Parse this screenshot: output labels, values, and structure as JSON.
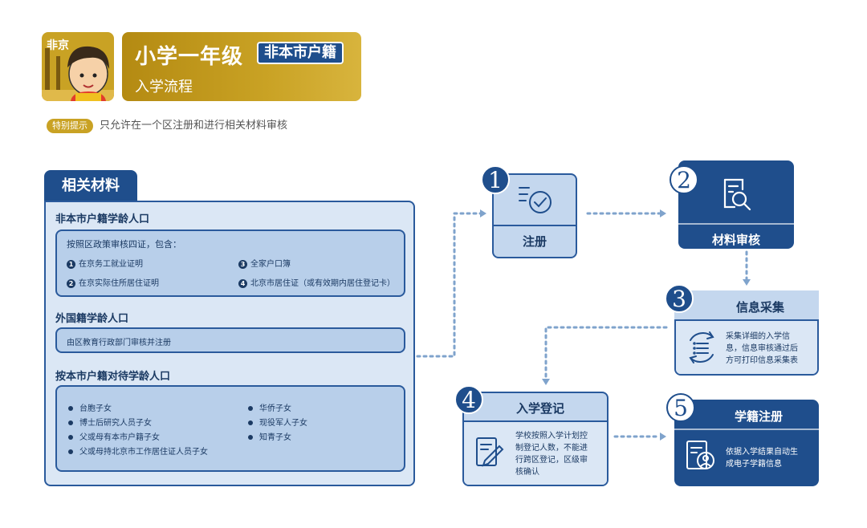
{
  "header": {
    "avatar_tag": "非京",
    "title": "小学一年级",
    "badge": "非本市户籍",
    "subtitle": "入学流程",
    "tip_label": "特别提示",
    "tip_text": "只允许在一个区注册和进行相关材料审核"
  },
  "materials": {
    "tab": "相关材料",
    "section1_title": "非本市户籍学龄人口",
    "section1_intro": "按照区政策审核四证，包含：",
    "section1_items": [
      {
        "num": "1",
        "text": "在京务工就业证明"
      },
      {
        "num": "3",
        "text": "全家户口簿"
      },
      {
        "num": "2",
        "text": "在京实际住所居住证明"
      },
      {
        "num": "4",
        "text": "北京市居住证（或有效期内居住登记卡）"
      }
    ],
    "section2_title": "外国籍学龄人口",
    "section2_text": "由区教育行政部门审核并注册",
    "section3_title": "按本市户籍对待学龄人口",
    "section3_left": [
      "台胞子女",
      "博士后研究人员子女",
      "父或母有本市户籍子女",
      "父或母持北京市工作居住证人员子女"
    ],
    "section3_right": [
      "华侨子女",
      "现役军人子女",
      "知青子女"
    ]
  },
  "steps": [
    {
      "num": "1",
      "label": "注册",
      "icon": "check-form-icon"
    },
    {
      "num": "2",
      "label": "材料审核",
      "icon": "document-search-icon"
    },
    {
      "num": "3",
      "label": "信息采集",
      "desc": [
        "采集详细的入学信",
        "息，信息审核通过后",
        "方可打印信息采集表"
      ],
      "icon": "refresh-list-icon"
    },
    {
      "num": "4",
      "label": "入学登记",
      "desc": [
        "学校按照入学计划控",
        "制登记人数，不能进",
        "行跨区登记，区级审",
        "核确认"
      ],
      "icon": "edit-document-icon"
    },
    {
      "num": "5",
      "label": "学籍注册",
      "desc": [
        "依据入学结果自动生",
        "成电子学籍信息"
      ],
      "icon": "student-id-icon"
    }
  ],
  "colors": {
    "navy": "#1f4e8c",
    "gold": "#c9a224",
    "light_blue": "#c4d7ee",
    "pale_blue": "#dbe7f5"
  }
}
